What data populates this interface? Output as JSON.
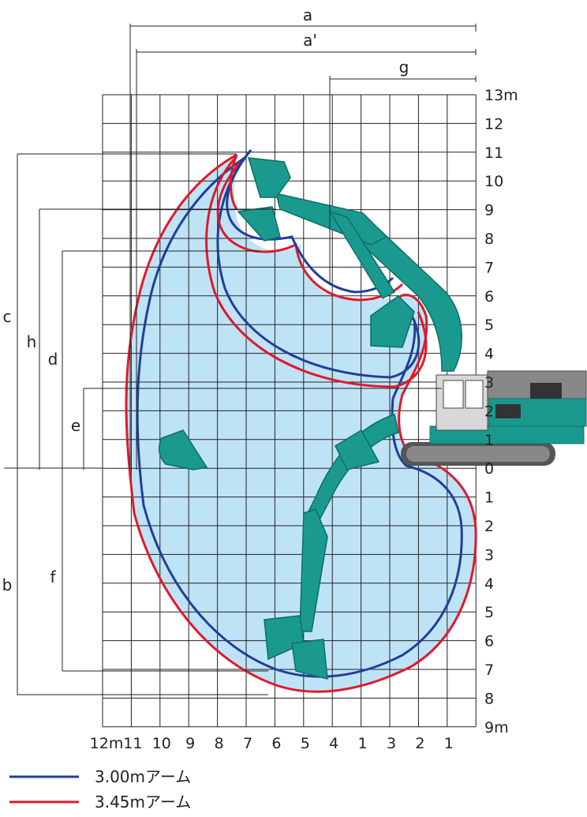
{
  "dimension_labels": {
    "a": "a",
    "a_prime": "a'",
    "g": "g",
    "c": "c",
    "h": "h",
    "d": "d",
    "e": "e",
    "b": "b",
    "f": "f"
  },
  "axis": {
    "y_labels": [
      "13m",
      "12",
      "11",
      "10",
      "9",
      "8",
      "7",
      "6",
      "5",
      "4",
      "3",
      "2",
      "1",
      "0",
      "1",
      "2",
      "3",
      "4",
      "5",
      "6",
      "7",
      "8",
      "9m"
    ],
    "x_labels": [
      "12m",
      "11",
      "10",
      "9",
      "8",
      "7",
      "6",
      "5",
      "4",
      "1",
      "3",
      "2",
      "1"
    ]
  },
  "legend": [
    {
      "label": "3.00mアーム",
      "color": "#1f3f9a"
    },
    {
      "label": "3.45mアーム",
      "color": "#e0192b"
    }
  ],
  "colors": {
    "envelope_fill": "#bfe3f6",
    "machine": "#1a9a8f",
    "machine_dark": "#0e6d66",
    "cab": "#d8d8d8",
    "track": "#555555"
  }
}
